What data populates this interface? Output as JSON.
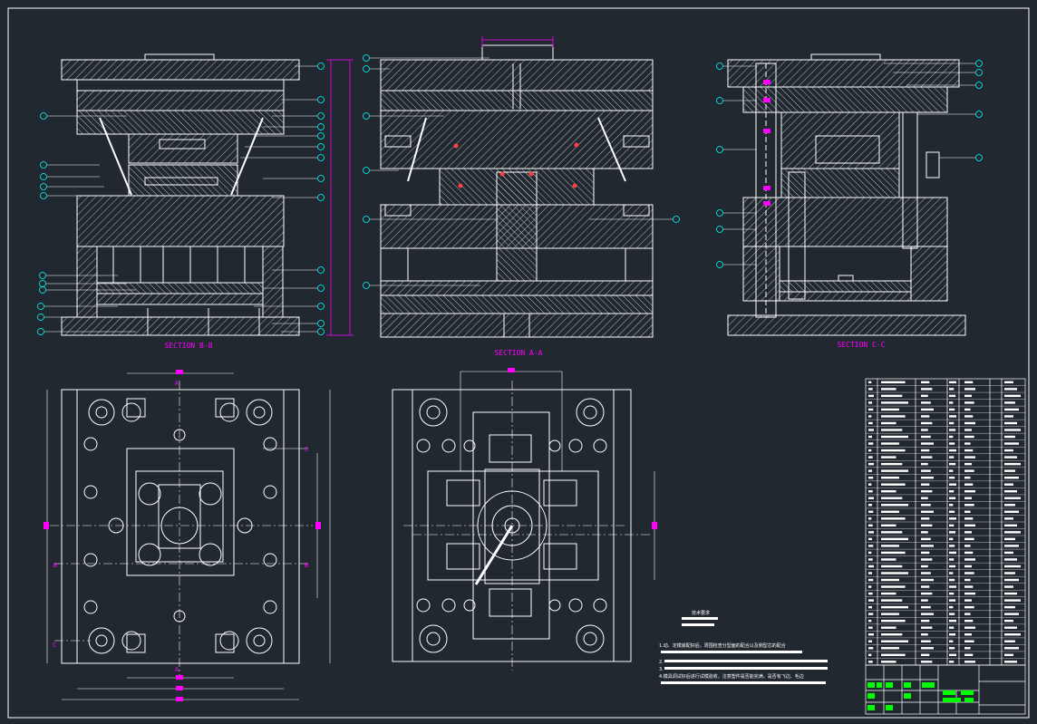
{
  "sections": {
    "bb": "SECTION B-B",
    "aa": "SECTION A-A",
    "cc": "SECTION C-C"
  },
  "plan_marks": {
    "a": "A",
    "b": "B",
    "c": "C"
  },
  "notes": {
    "heading": "技术要求",
    "line1": "1.动、定模装配好后，周围检查分型面的配合以及侧型芯的配合",
    "line2": "2.",
    "line3": "3.",
    "line4": "4.模具调试好后进行试模验收，注意塑件是否能完满，是否有飞边、毛边"
  },
  "colors": {
    "background": "#212830",
    "line": "#ffffff",
    "dimension": "#ff00ff",
    "balloon": "#00ffff",
    "title_block_fill": "#00ff00"
  }
}
